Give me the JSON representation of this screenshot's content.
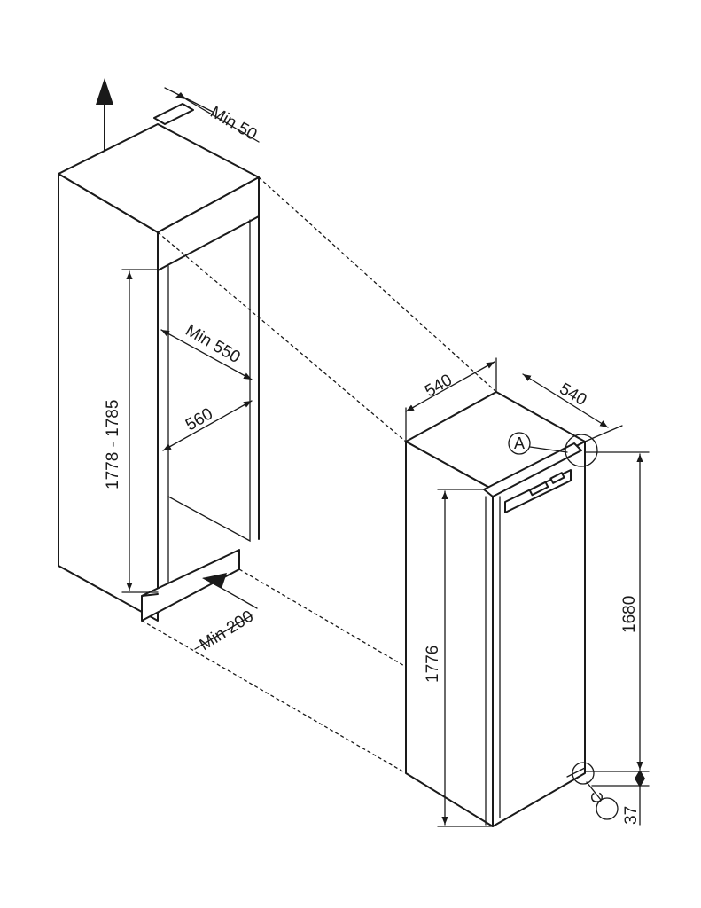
{
  "dimensions": {
    "min_50": "Min 50",
    "min_550": "Min 550",
    "d_560": "560",
    "h_1778_1785": "1778 - 1785",
    "min_200": "Min 200",
    "w_540_a": "540",
    "w_540_b": "540",
    "h_1776": "1776",
    "h_1680": "1680",
    "h_37": "37"
  },
  "markers": {
    "a": "A",
    "c": "C"
  }
}
